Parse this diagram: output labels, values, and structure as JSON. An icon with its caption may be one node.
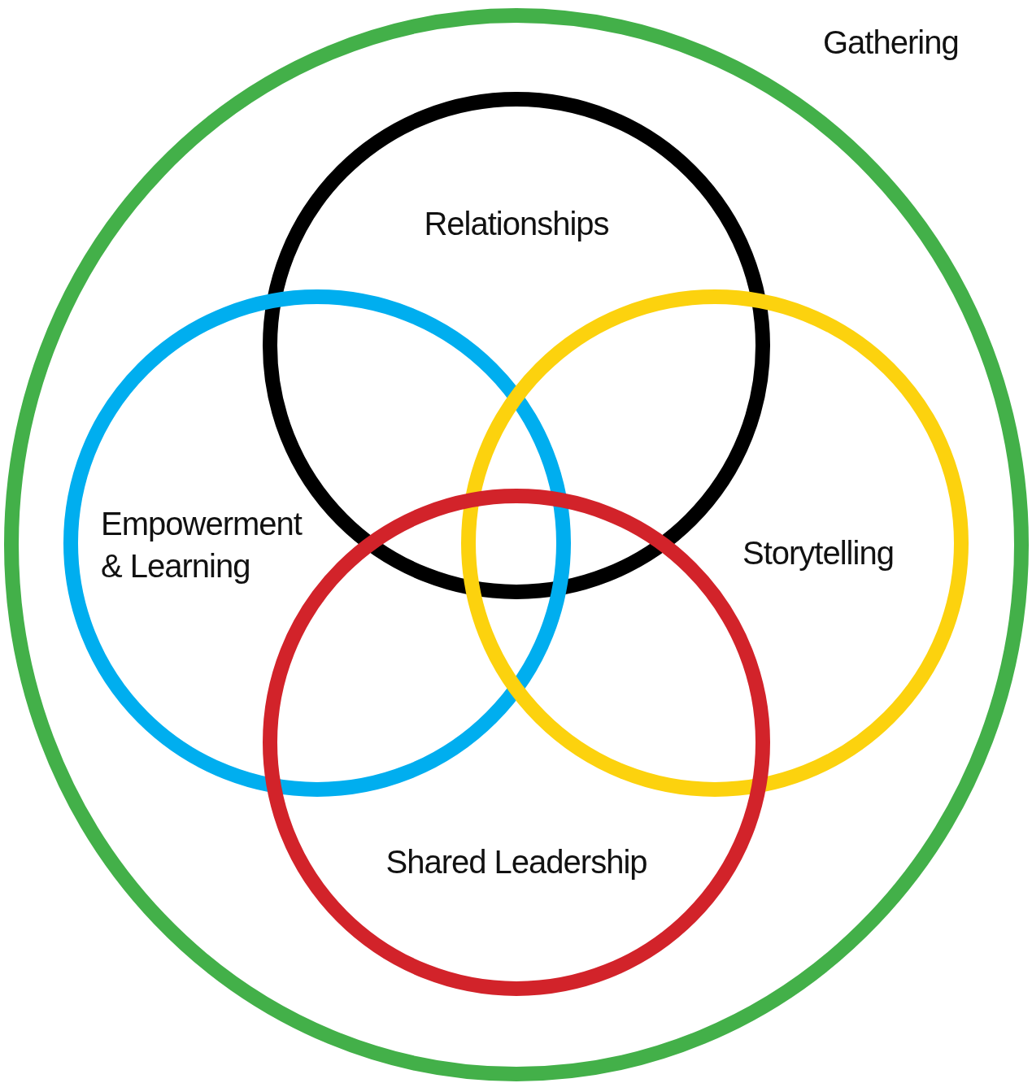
{
  "diagram": {
    "nodes": [
      {
        "text": [
          "Gathering"
        ]
      },
      {
        "text": [
          "Relationships"
        ],
        "in": 0
      },
      {
        "text": [
          "Empowerment & Learning"
        ],
        "in": 0
      },
      {
        "text": [
          "Storytelling"
        ],
        "in": 0
      },
      {
        "text": [
          "Shared Leadership"
        ],
        "in": 0
      }
    ],
    "edges": []
  }
}
